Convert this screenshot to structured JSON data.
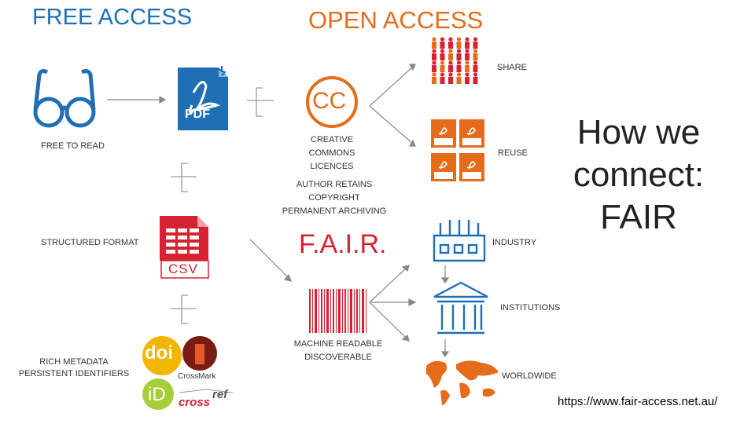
{
  "headings": {
    "free_access": "FREE ACCESS",
    "open_access": "OPEN ACCESS"
  },
  "left": {
    "free_to_read": "FREE TO READ",
    "structured_format": "STRUCTURED FORMAT",
    "rich_metadata_1": "RICH METADATA",
    "rich_metadata_2": "PERSISTENT IDENTIFIERS",
    "pdf_label": "PDF",
    "csv_label": "CSV"
  },
  "middle": {
    "cc_logo": "CC",
    "cc_1": "CREATIVE",
    "cc_2": "COMMONS",
    "cc_3": "LICENCES",
    "author_1": "AUTHOR RETAINS",
    "author_2": "COPYRIGHT",
    "author_3": "PERMANENT ARCHIVING",
    "fair": "F.A.I.R.",
    "machine_1": "MACHINE READABLE",
    "machine_2": "DISCOVERABLE"
  },
  "right": {
    "share": "SHARE",
    "reuse": "REUSE",
    "industry": "INDUSTRY",
    "institutions": "INSTITUTIONS",
    "worldwide": "WORLDWIDE",
    "pdf_small": "PDF"
  },
  "logos": {
    "doi": "doi",
    "crossmark": "CrossMark",
    "id": "iD",
    "crossref_1": "cross",
    "crossref_2": "ref"
  },
  "title": {
    "line1": "How we",
    "line2": "connect:",
    "line3": "FAIR"
  },
  "url": "https://www.fair-access.net.au/",
  "colors": {
    "blue": "#1f6fb4",
    "orange": "#e46c1b",
    "red": "#d62231",
    "gray": "#999999"
  }
}
